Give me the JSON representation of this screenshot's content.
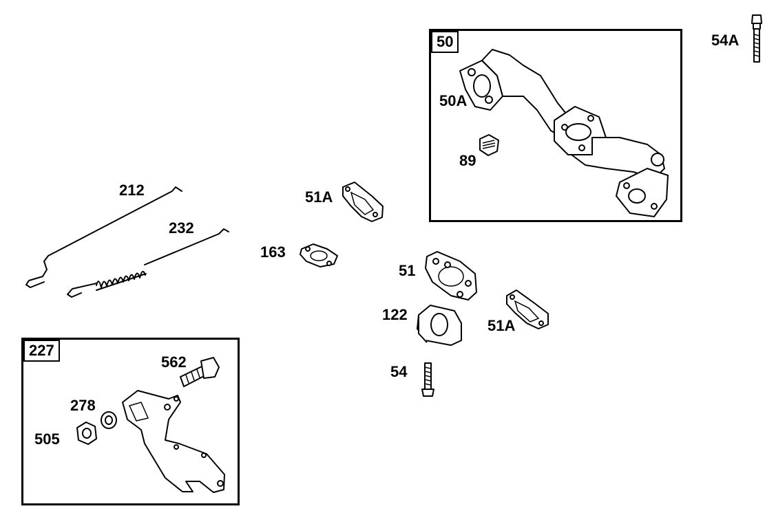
{
  "labels": {
    "p50": "50",
    "p50a": "50A",
    "p54a": "54A",
    "p89": "89",
    "p212": "212",
    "p232": "232",
    "p51a_top": "51A",
    "p163": "163",
    "p51": "51",
    "p122": "122",
    "p51a_right": "51A",
    "p54": "54",
    "p227": "227",
    "p562": "562",
    "p278": "278",
    "p505": "505"
  }
}
